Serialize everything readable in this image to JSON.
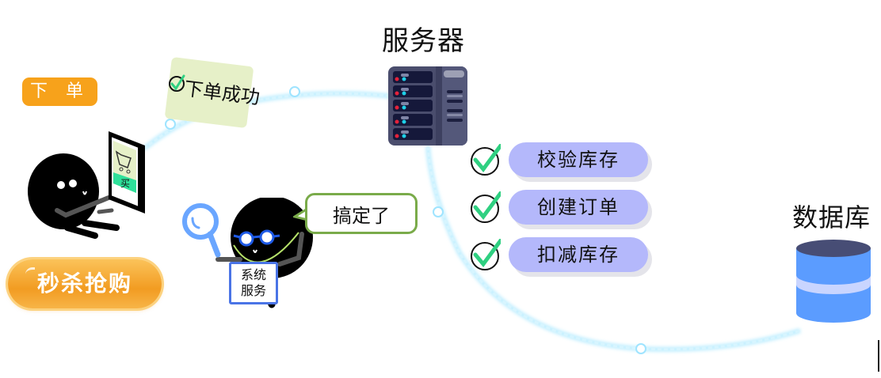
{
  "diagram": {
    "title": "秒杀下单流程",
    "actions": {
      "place_order_tag": "下 单",
      "order_success_label": "下单成功",
      "flash_sale_button": "秒杀抢购",
      "phone_buy_label": "买"
    },
    "system_service": {
      "speech_bubble": "搞定了",
      "badge_line1": "系统",
      "badge_line2": "服务"
    },
    "server": {
      "label": "服务器"
    },
    "steps": [
      {
        "label": "校验库存",
        "status": "done"
      },
      {
        "label": "创建订单",
        "status": "done"
      },
      {
        "label": "扣减库存",
        "status": "done"
      }
    ],
    "database": {
      "label": "数据库"
    },
    "colors": {
      "order_tag": "#f7a21b",
      "success_card": "#e6f0c8",
      "flash_button": "#f29c22",
      "step_pill": "#b4b8fb",
      "check_mark": "#2fd081",
      "flow_line": "#bfeeff",
      "bubble_border": "#7aab4a",
      "badge_border": "#4a74e6",
      "server_body": "#4a4d6d",
      "db_top": "#474d75",
      "db_body": "#5b9cff",
      "db_band": "#c9d5ff"
    }
  }
}
